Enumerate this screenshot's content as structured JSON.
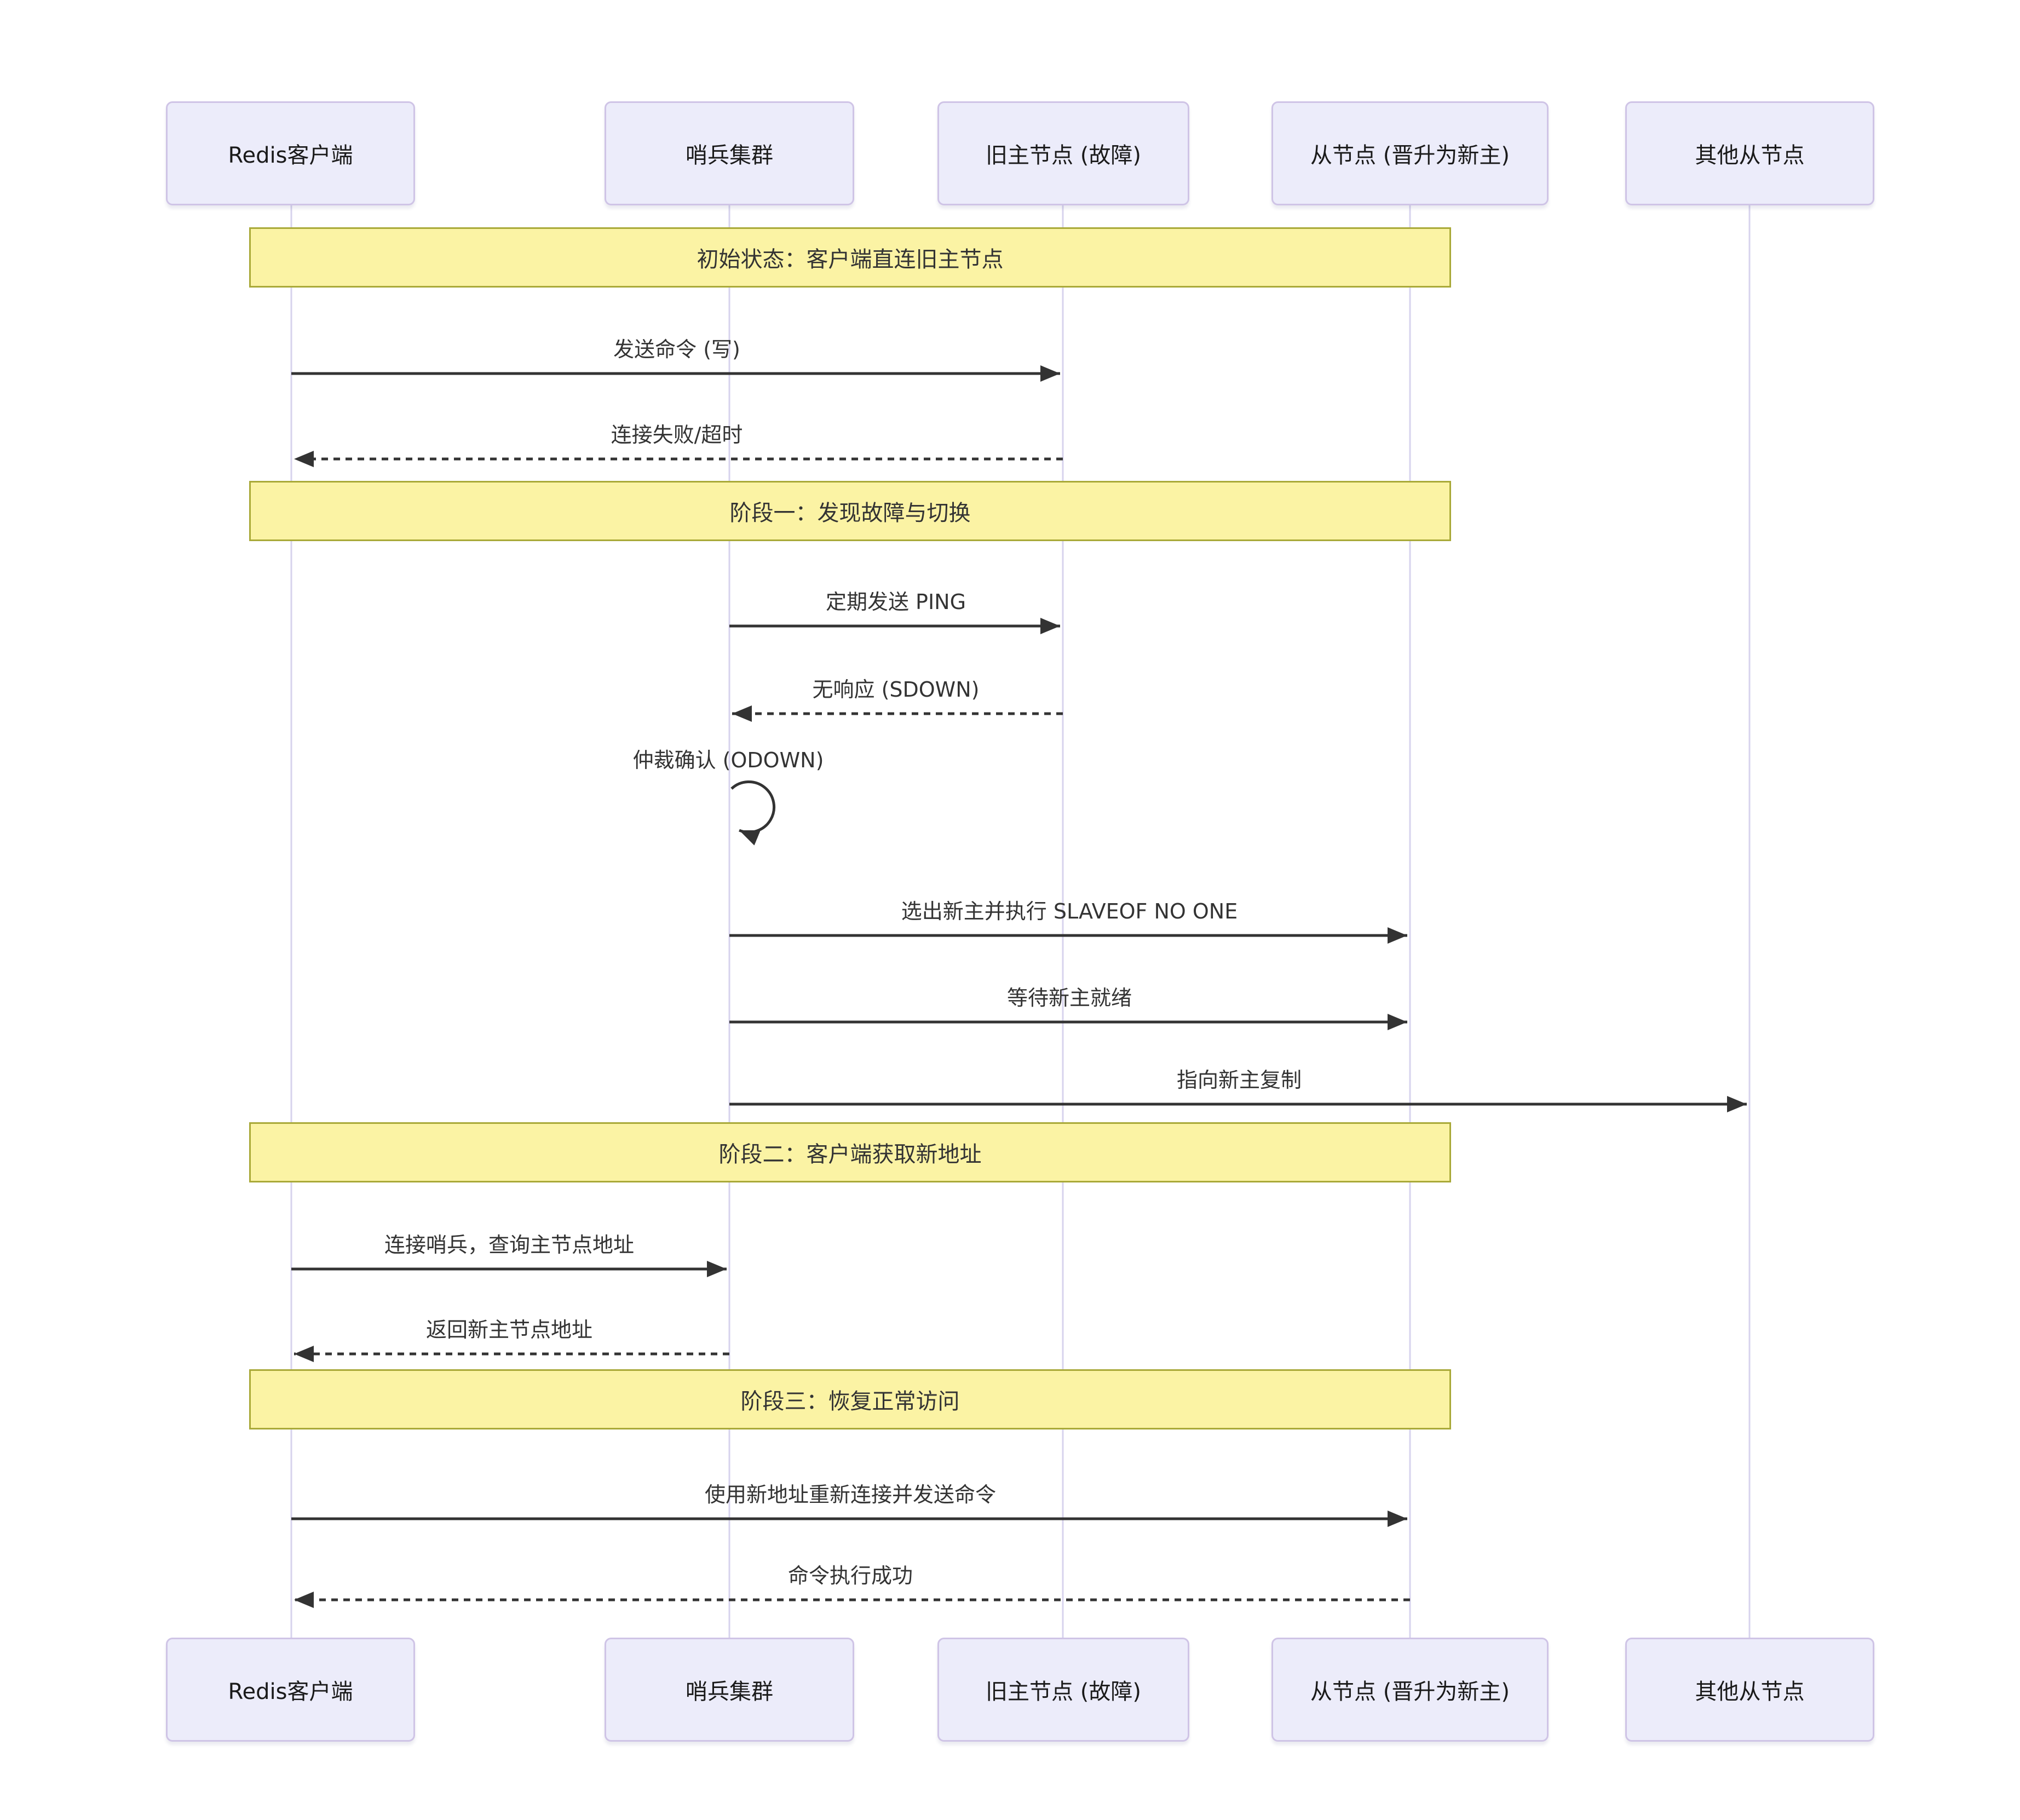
{
  "diagram": {
    "type": "sequence-diagram",
    "participants": [
      {
        "label": "Redis客户端"
      },
      {
        "label": "哨兵集群"
      },
      {
        "label": "旧主节点 (故障)"
      },
      {
        "label": "从节点 (晋升为新主)"
      },
      {
        "label": "其他从节点"
      }
    ],
    "sections": [
      {
        "label": "初始状态：客户端直连旧主节点"
      },
      {
        "label": "阶段一：发现故障与切换"
      },
      {
        "label": "阶段二：客户端获取新地址"
      },
      {
        "label": "阶段三：恢复正常访问"
      }
    ],
    "messages": [
      {
        "text": "发送命令 (写)",
        "from": "Redis客户端",
        "to": "旧主节点 (故障)",
        "line": "solid"
      },
      {
        "text": "连接失败/超时",
        "from": "旧主节点 (故障)",
        "to": "Redis客户端",
        "line": "dashed"
      },
      {
        "text": "定期发送 PING",
        "from": "哨兵集群",
        "to": "旧主节点 (故障)",
        "line": "solid"
      },
      {
        "text": "无响应 (SDOWN)",
        "from": "旧主节点 (故障)",
        "to": "哨兵集群",
        "line": "dashed"
      },
      {
        "text": "仲裁确认 (ODOWN)",
        "from": "哨兵集群",
        "to": "哨兵集群",
        "line": "self-loop"
      },
      {
        "text": "选出新主并执行 SLAVEOF NO ONE",
        "from": "哨兵集群",
        "to": "从节点 (晋升为新主)",
        "line": "solid"
      },
      {
        "text": "等待新主就绪",
        "from": "哨兵集群",
        "to": "从节点 (晋升为新主)",
        "line": "solid"
      },
      {
        "text": "指向新主复制",
        "from": "哨兵集群",
        "to": "其他从节点",
        "line": "solid"
      },
      {
        "text": "连接哨兵，查询主节点地址",
        "from": "Redis客户端",
        "to": "哨兵集群",
        "line": "solid"
      },
      {
        "text": "返回新主节点地址",
        "from": "哨兵集群",
        "to": "Redis客户端",
        "line": "dashed"
      },
      {
        "text": "使用新地址重新连接并发送命令",
        "from": "Redis客户端",
        "to": "从节点 (晋升为新主)",
        "line": "solid"
      },
      {
        "text": "命令执行成功",
        "from": "从节点 (晋升为新主)",
        "to": "Redis客户端",
        "line": "dashed"
      }
    ],
    "colors": {
      "participant_fill": "#ECECFA",
      "participant_border": "#CFC4E6",
      "note_fill": "#FBF3A4",
      "note_border": "#A9A938",
      "lifeline": "#D7D3ED",
      "arrow": "#333333",
      "background": "#FFFFFF"
    }
  }
}
